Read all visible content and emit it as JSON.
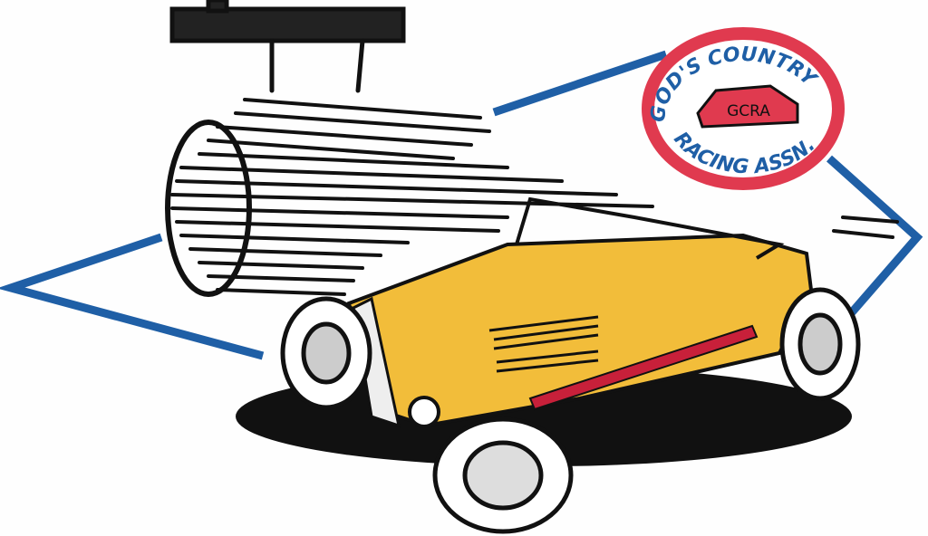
{
  "artwork": {
    "type": "logo illustration",
    "colors": {
      "background": "#fefefe",
      "diamond_stroke": "#1f5fa6",
      "badge_ring": "#e03a4f",
      "badge_text": "#1f5fa6",
      "hot_rod_body": "#f2bd3a",
      "stripe": "#c8203a",
      "ink": "#111111"
    }
  },
  "badge": {
    "top_text": "GOD'S COUNTRY",
    "bottom_text": "RACING ASSN.",
    "car_plate": "GCRA"
  }
}
